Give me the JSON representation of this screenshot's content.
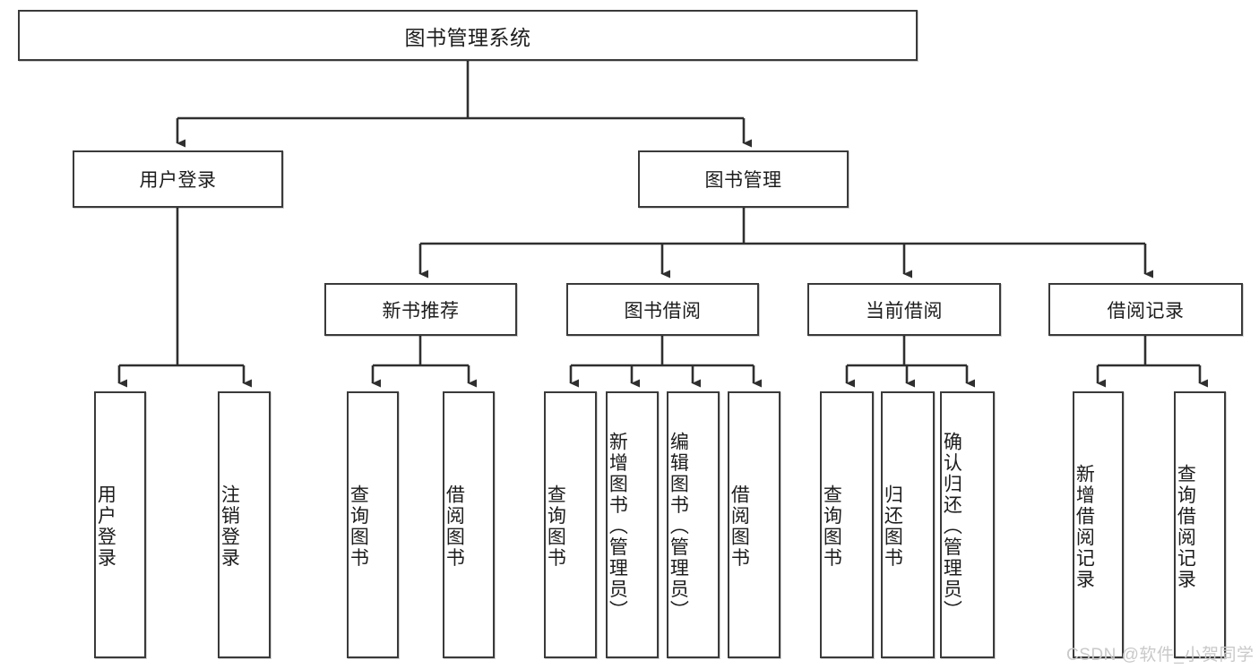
{
  "diagram": {
    "title": "图书管理系统",
    "style": {
      "box_border_color": "#3a3a3a",
      "box_fill": "#ffffff",
      "line_color": "#2f2f2f",
      "text_color": "#1c1c1c",
      "watermark_color": "#c9c9c9"
    },
    "root": {
      "label": "图书管理系统"
    },
    "level2": [
      {
        "label": "用户登录"
      },
      {
        "label": "图书管理"
      }
    ],
    "level3": [
      {
        "label": "新书推荐"
      },
      {
        "label": "图书借阅"
      },
      {
        "label": "当前借阅"
      },
      {
        "label": "借阅记录"
      }
    ],
    "leaves": {
      "user_login": [
        {
          "label": "用户登录"
        },
        {
          "label": "注销登录"
        }
      ],
      "new_book_recommend": [
        {
          "label": "查询图书"
        },
        {
          "label": "借阅图书"
        }
      ],
      "book_borrow": [
        {
          "label": "查询图书"
        },
        {
          "label": "新增图书（管理员）"
        },
        {
          "label": "编辑图书（管理员）"
        },
        {
          "label": "借阅图书"
        }
      ],
      "current_borrow": [
        {
          "label": "查询图书"
        },
        {
          "label": "归还图书"
        },
        {
          "label": "确认归还（管理员）"
        }
      ],
      "borrow_record": [
        {
          "label": "新增借阅记录"
        },
        {
          "label": "查询借阅记录"
        }
      ]
    }
  },
  "watermark": {
    "text": "CSDN @软件_小贺同学"
  }
}
